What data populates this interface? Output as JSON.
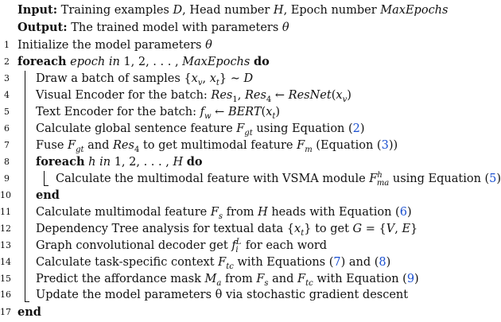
{
  "header": {
    "input_label": "Input:",
    "input_text": "Training examples D, Head number H, Epoch number MaxEpochs",
    "output_label": "Output:",
    "output_text": "The trained model with parameters θ"
  },
  "lines": [
    {
      "n": "1",
      "t": "Initialize the model parameters θ"
    },
    {
      "n": "2",
      "t": "foreach epoch in 1, 2, . . . , MaxEpochs do"
    },
    {
      "n": "3",
      "t": "Draw a batch of samples {x_v, x_t} ∼ D"
    },
    {
      "n": "4",
      "t": "Visual Encoder for the batch: Res_1, Res_4 ← ResNet(x_v)"
    },
    {
      "n": "5",
      "t": "Text Encoder for the batch: f_w ← BERT(x_t)"
    },
    {
      "n": "6",
      "t": "Calculate global sentence feature F_gt using Equation (2)"
    },
    {
      "n": "7",
      "t": "Fuse F_gt and Res_4 to get multimodal feature F_m (Equation (3))"
    },
    {
      "n": "8",
      "t": "foreach h in 1, 2, . . . , H do"
    },
    {
      "n": "9",
      "t": "Calculate the multimodal feature with VSMA module F_ma^h using Equation (5)"
    },
    {
      "n": "10",
      "t": "end"
    },
    {
      "n": "11",
      "t": "Calculate multimodal feature F_s from H heads with Equation (6)"
    },
    {
      "n": "12",
      "t": "Dependency Tree analysis for textual data {x_t} to get G = {V, E}"
    },
    {
      "n": "13",
      "t": "Graph convolutional decoder get f_i^L for each word"
    },
    {
      "n": "14",
      "t": "Calculate task-specific context F_tc with Equations (7) and (8)"
    },
    {
      "n": "15",
      "t": "Predict the affordance mask M_a from F_s and F_tc with Equation (9)"
    },
    {
      "n": "16",
      "t": "Update the model parameters θ via stochastic gradient descent"
    },
    {
      "n": "17",
      "t": "end"
    }
  ]
}
